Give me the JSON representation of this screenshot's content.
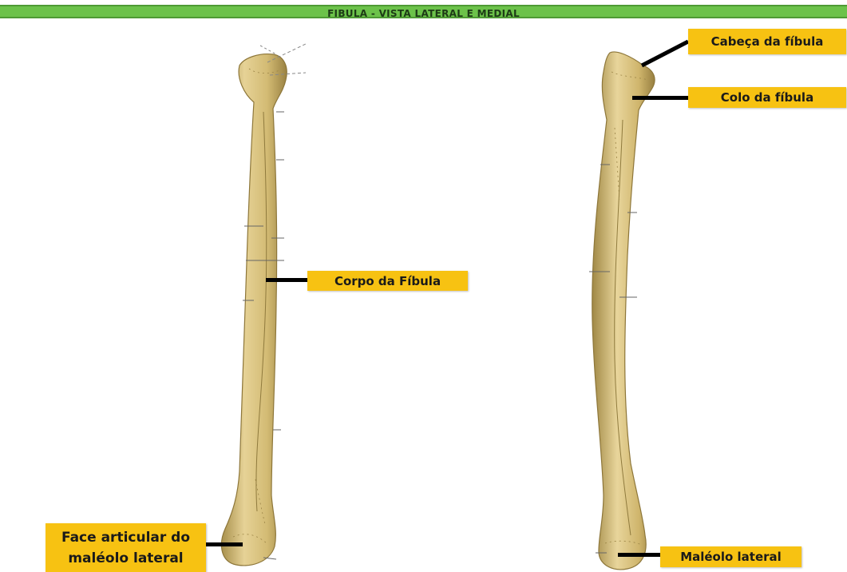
{
  "title": "FIBULA - VISTA LATERAL E MEDIAL",
  "colors": {
    "title_bar": "#6cc24a",
    "label_bg": "#f7c212",
    "bone": "#d9c27e",
    "bone_shadow": "#a88f4a",
    "leader": "#000000"
  },
  "labels": {
    "corpo": "Corpo da Fíbula",
    "face_line1": "Face articular do",
    "face_line2": "maléolo lateral",
    "cabeca": "Cabeça da fíbula",
    "colo": "Colo da fíbula",
    "maleolo": "Maléolo lateral"
  }
}
